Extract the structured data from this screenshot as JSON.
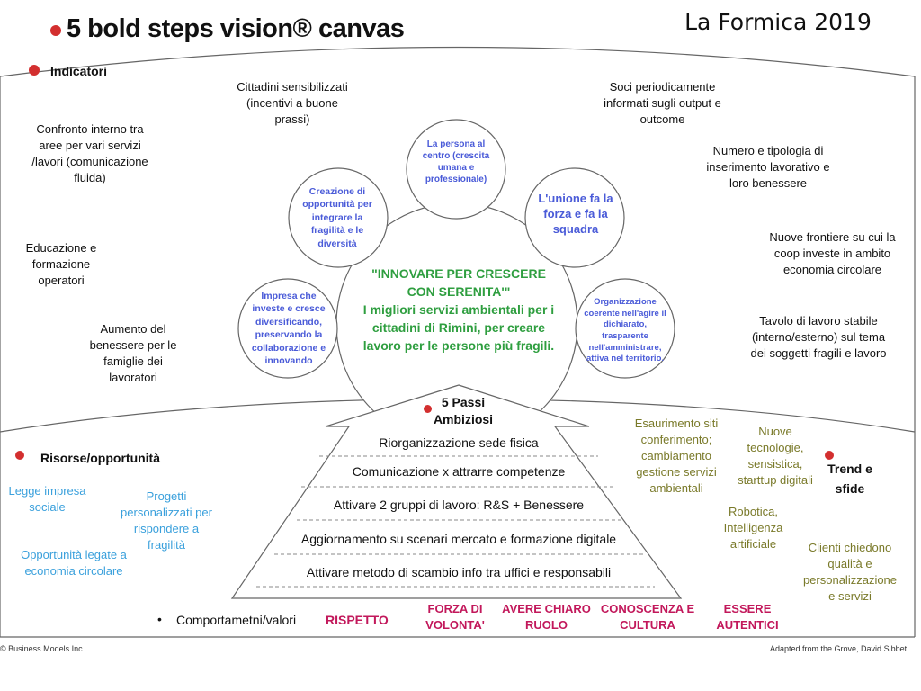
{
  "header": {
    "title": "5 bold steps vision® canvas",
    "year": "La Formica 2019"
  },
  "sections": {
    "indicators": "Indicatori",
    "resources": "Risorse/opportunità",
    "trends": "Trend e sfide"
  },
  "indicators": [
    "Cittadini sensibilizzati (incentivi a buone prassi)",
    "Soci periodicamente informati sugli output e outcome",
    "Confronto interno tra aree per vari servizi /lavori (comunicazione fluida)",
    "Numero e tipologia di inserimento lavorativo e loro benessere",
    "Educazione e formazione operatori",
    "Nuove frontiere su cui la coop investe in ambito economia circolare",
    "Aumento del benessere per le famiglie dei lavoratori",
    "Tavolo di lavoro stabile (interno/esterno) sul tema dei soggetti fragili e lavoro"
  ],
  "vision": {
    "quote": "\"INNOVARE PER CRESCERE CON SERENITA'\"",
    "statement": "I migliori servizi ambientali per i cittadini di Rimini, per creare lavoro per le persone più fragili.",
    "circles": [
      "La persona al centro (crescita umana e professionale)",
      "Creazione di opportunità per integrare la fragilità e le diversità",
      "L'unione fa la forza e fa la squadra",
      "Impresa che investe e cresce diversificando, preservando la collaborazione e innovando",
      "Organizzazione coerente nell'agire il dichiarato, trasparente nell'amministrare, attiva nel territorio."
    ]
  },
  "steps": {
    "title": "5 Passi Ambiziosi",
    "items": [
      "Riorganizzazione sede fisica",
      "Comunicazione x attrarre competenze",
      "Attivare 2 gruppi di lavoro: R&S + Benessere",
      "Aggiornamento su scenari mercato e formazione digitale",
      "Attivare metodo di scambio info tra uffici e responsabili"
    ]
  },
  "resources": [
    "Legge impresa sociale",
    "Progetti personalizzati per rispondere a fragilità",
    "Opportunità legate a economia circolare"
  ],
  "trends": [
    "Esaurimento siti conferimento; cambiamento gestione servizi ambientali",
    "Nuove tecnologie, sensistica, starttup digitali",
    "Robotica, Intelligenza artificiale",
    "Clienti chiedono qualità e personalizzazione e servizi"
  ],
  "values": {
    "label": "Comportametni/valori",
    "items": [
      "RISPETTO",
      "FORZA DI VOLONTA'",
      "AVERE CHIARO RUOLO",
      "CONOSCENZA E CULTURA",
      "ESSERE AUTENTICI"
    ]
  },
  "footer": {
    "left": "© Business Models Inc",
    "right": "Adapted from the Grove, David Sibbet"
  },
  "colors": {
    "accent_red": "#d32f2f",
    "circle_text": "#4a5bd8",
    "vision_text": "#2e9e3f",
    "resources_text": "#3aa0dc",
    "trends_text": "#7a7a2a",
    "values_text": "#c2185b"
  }
}
